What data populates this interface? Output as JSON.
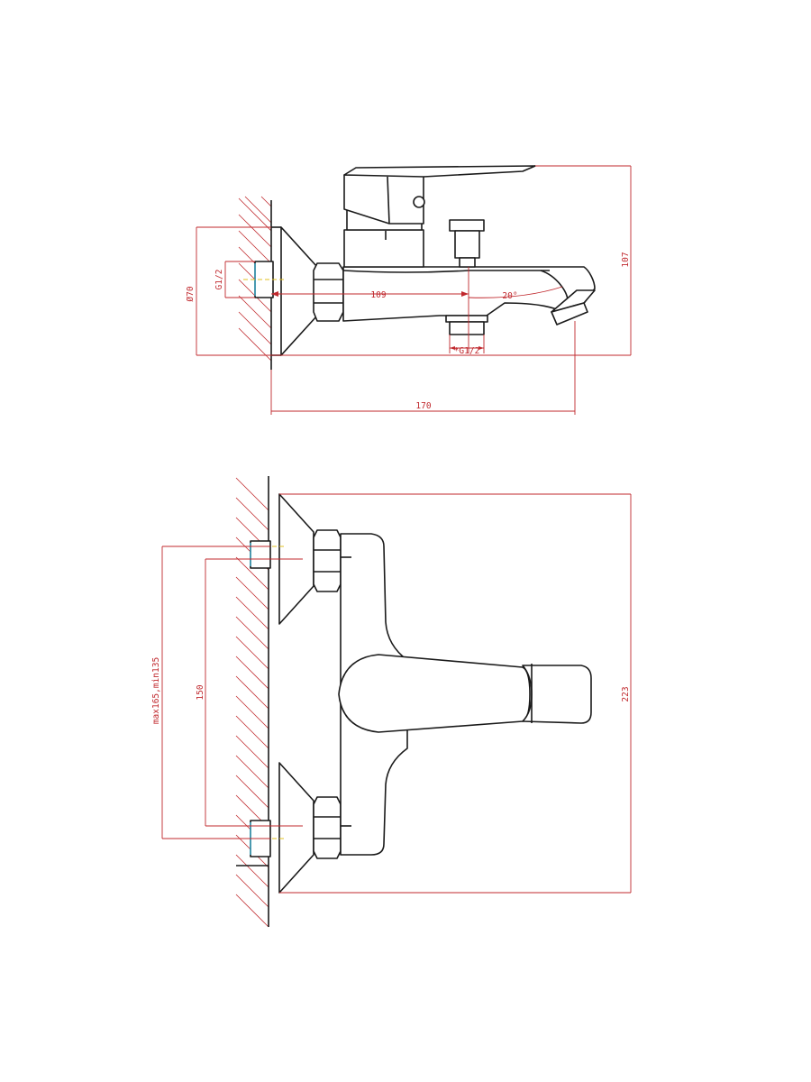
{
  "side_view": {
    "dim_height": "107",
    "dim_flange_dia": "Ø70",
    "dim_inlet_thread": "G1/2",
    "dim_spout_reach": "109",
    "dim_spout_angle": "20°",
    "dim_outlet_thread": "*G1/2",
    "dim_total_depth": "170"
  },
  "front_view": {
    "dim_center_range": "max165,min135",
    "dim_center_distance": "150",
    "dim_width": "223"
  },
  "colors": {
    "outline": "#1a1a1a",
    "dimension": "#c0282d",
    "centerline": "#e0c020",
    "thread_marker": "#2fb3d9"
  }
}
